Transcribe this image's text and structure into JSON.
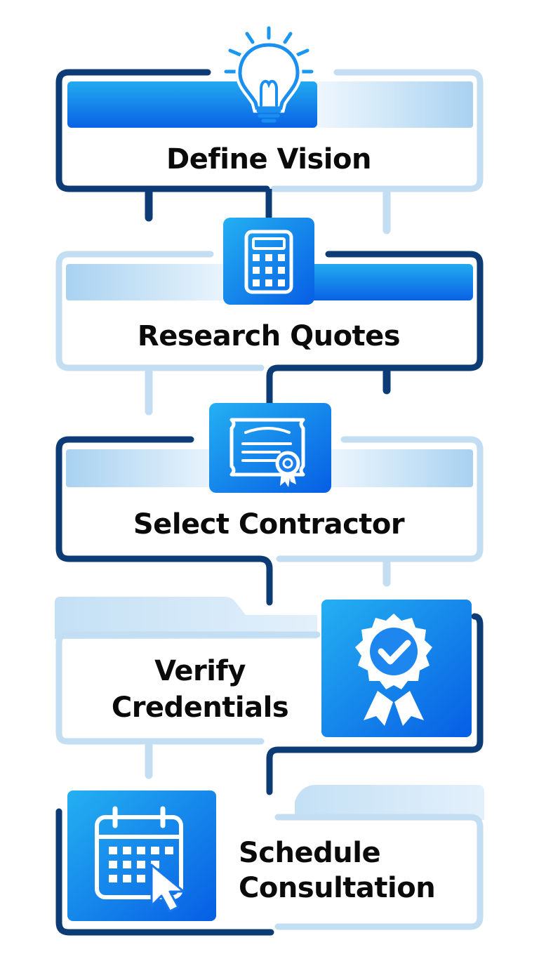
{
  "steps": [
    {
      "label": "Define Vision",
      "icon": "lightbulb-icon"
    },
    {
      "label": "Research Quotes",
      "icon": "calculator-icon"
    },
    {
      "label": "Select Contractor",
      "icon": "certificate-icon"
    },
    {
      "label_line1": "Verify",
      "label_line2": "Credentials",
      "icon": "award-badge-check-icon"
    },
    {
      "label_line1": "Schedule",
      "label_line2": "Consultation",
      "icon": "calendar-cursor-icon"
    }
  ],
  "colors": {
    "navy": "#0d3b75",
    "light_blue": "#bcdcf3",
    "bright_blue_top": "#1fa6ef",
    "bright_blue_bottom": "#0a63e6",
    "text": "#0a0a0a"
  }
}
